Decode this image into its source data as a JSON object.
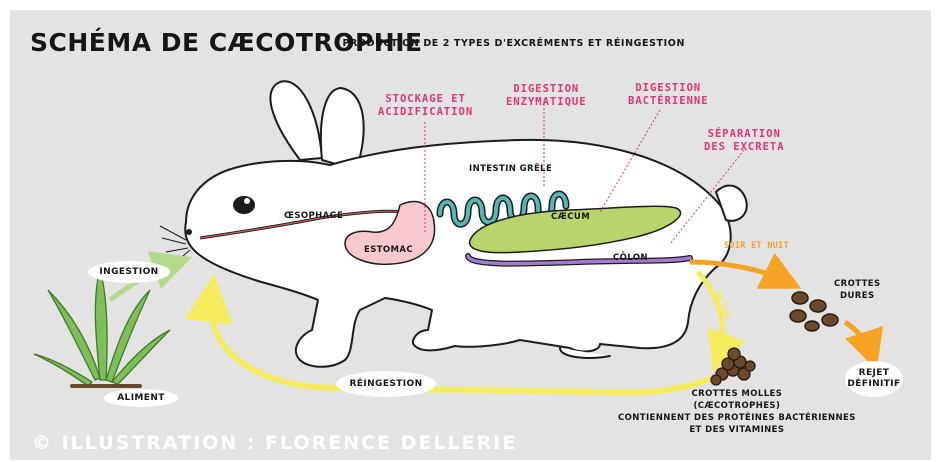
{
  "title": "SCHÉMA DE CÆCOTROPHIE",
  "subtitle": "- PRODUCTION DE 2 TYPES D'EXCRÉMENTS ET RÉINGESTION",
  "pink_labels": {
    "stockage": "STOCKAGE ET\nACIDIFICATION",
    "digestion_enzymatique": "DIGESTION\nENZYMATIQUE",
    "digestion_bacterienne": "DIGESTION\nBACTÉRIENNE",
    "separation": "SÉPARATION\nDES EXCRETA"
  },
  "organs": {
    "oesophage": "ŒSOPHAGE",
    "estomac": "ESTOMAC",
    "intestin": "INTESTIN GRÊLE",
    "caecum": "CÆCUM",
    "colon": "CÔLON"
  },
  "flows": {
    "ingestion": "INGESTION",
    "reingestion": "RÉINGESTION",
    "aliment": "ALIMENT",
    "soir_et_nuit": "SOIR ET NUIT",
    "matin": "MATIN",
    "rejet": "REJET\nDÉFINITIF",
    "crottes_dures": "CROTTES\nDURES",
    "crottes_molles": "CROTTES MOLLES\n(CÆCOTROPHES)\nCONTIENNENT DES PROTÉINES BACTÉRIENNES\nET DES VITAMINES"
  },
  "credit": "© ILLUSTRATION : FLORENCE DELLERIE",
  "signature": "FLORENCE DELLERIE",
  "colors": {
    "background": "#e3e3e3",
    "pink": "#e0337a",
    "teal": "#55b8b4",
    "caecum": "#b9d46a",
    "colon": "#a47bd0",
    "stomach": "#f7c9cf",
    "yellow_arrow": "#f4ec5c",
    "orange_arrow": "#f6a325",
    "plant": "#7fbf59"
  }
}
